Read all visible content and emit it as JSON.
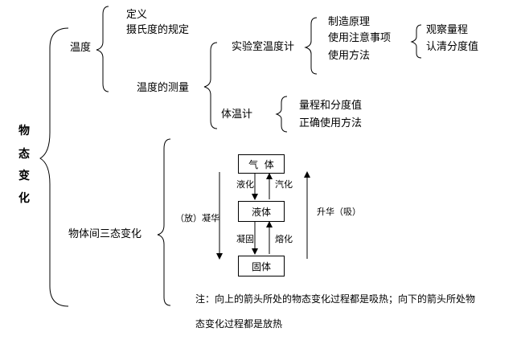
{
  "root": {
    "chars": [
      "物",
      "态",
      "变",
      "化"
    ]
  },
  "temperature": {
    "label": "温度",
    "items": [
      "定义",
      "摄氏度的规定"
    ],
    "measurement": {
      "label": "温度的测量",
      "lab_thermometer": {
        "label": "实验室温度计",
        "items": [
          "制造原理",
          "使用注意事项",
          "使用方法"
        ],
        "method_items": [
          "观察量程",
          "认清分度值"
        ]
      },
      "clinical_thermometer": {
        "label": "体温计",
        "items": [
          "量程和分度值",
          "正确使用方法"
        ]
      }
    }
  },
  "phase_change": {
    "label": "物体间三态变化",
    "states": {
      "gas": "气  体",
      "liquid": "液体",
      "solid": "固体"
    },
    "processes": {
      "liquefaction": "液化",
      "vaporization": "汽化",
      "solidification": "凝固",
      "melting": "熔化",
      "desublimation": "（放）凝华",
      "sublimation": "升华（吸）"
    },
    "note_line1": "注：向上的箭头所处的物态变化过程都是吸热；向下的箭头所处物",
    "note_line2": "态变化过程都是放热"
  }
}
